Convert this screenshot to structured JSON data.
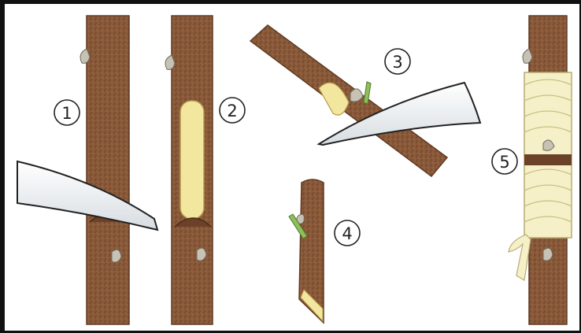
{
  "steps": [
    {
      "label": "1"
    },
    {
      "label": "2"
    },
    {
      "label": "3"
    },
    {
      "label": "4"
    },
    {
      "label": "5"
    }
  ],
  "colors": {
    "bark": "#8a5a3a",
    "bark_dark": "#5e3a22",
    "cambium": "#f3e7a0",
    "blade": "#e9eef2",
    "tape": "#f5f0c8",
    "bud": "#c7c2b4",
    "shoot": "#8fbf5a"
  }
}
